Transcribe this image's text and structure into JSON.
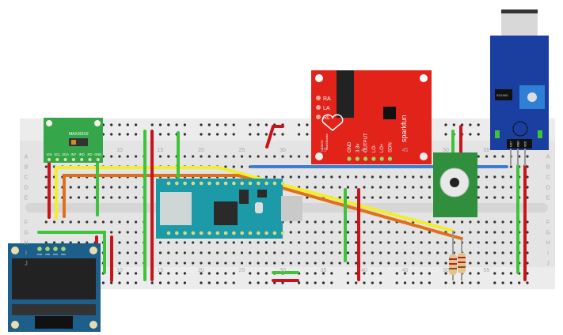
{
  "breadboard": {
    "column_numbers": [
      "10",
      "15",
      "20",
      "25",
      "30",
      "35",
      "40",
      "45",
      "50",
      "55"
    ],
    "row_letters_top": [
      "A",
      "B",
      "C",
      "D",
      "E"
    ],
    "row_letters_bottom": [
      "F",
      "G",
      "H",
      "I",
      "J"
    ]
  },
  "max30102": {
    "name": "MAX30102",
    "pins": [
      "VIN",
      "SCL",
      "SDA",
      "INT",
      "IRD",
      "RD",
      "GND"
    ]
  },
  "ad8232": {
    "electrodes": [
      "RA",
      "LA",
      "RL"
    ],
    "pins": [
      "GND",
      "3.3v",
      "OUTPUT",
      "LO-",
      "LO+",
      "SDN"
    ],
    "brand": "sparkfun",
    "title": "AD8232",
    "subtitle": "Heart Monitor"
  },
  "oled": {
    "pins": [
      "GND",
      "VDD",
      "SCK",
      "SDA"
    ]
  },
  "sound_sensor": {
    "pins": [
      "OUT",
      "GND",
      "VCC"
    ],
    "label": "SOUND"
  },
  "colors": {
    "breadboard": "#e4e4e4",
    "wire_red": "#c8141a",
    "wire_green": "#3ec43a",
    "wire_yellow": "#f3ee2a",
    "wire_orange": "#e0701c",
    "wire_blue": "#3a7fd0",
    "nano": "#1d9aa8",
    "ad8232": "#e2231a",
    "max30102": "#35a64a",
    "sound": "#1a3fa0",
    "oled": "#1d5f8a"
  }
}
